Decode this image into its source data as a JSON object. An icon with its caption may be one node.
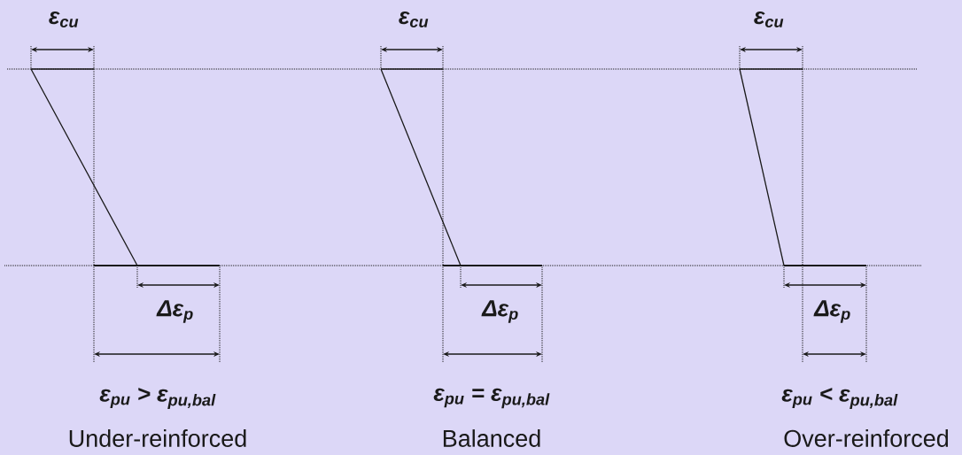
{
  "diagram": {
    "labels": [
      "ε$_{cu}$",
      "ε$_{cu}$",
      "ε$_{cu}$",
      "Δε$_{p}$",
      "Δε$_{p}$",
      "Δε$_{p}$",
      "ε$_{pu}$ > ε$_{pu,bal}$",
      "ε$_{pu}$ = ε$_{pu,bal}$",
      "ε$_{pu}$ < ε$_{pu,bal}$",
      "Under-reinforced",
      "Balanced",
      "Over-reinforced"
    ]
  }
}
